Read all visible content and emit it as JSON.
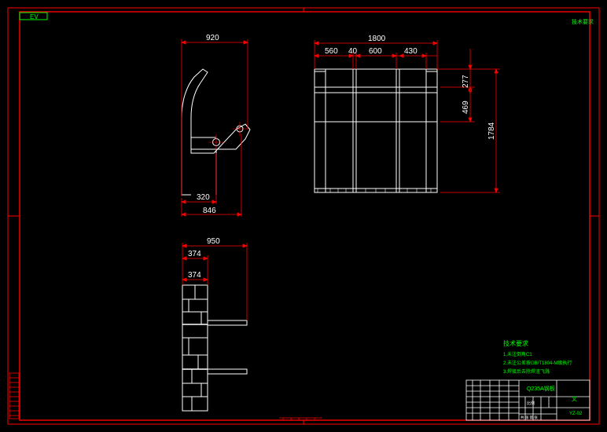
{
  "drawing": {
    "sheet_code": "EV",
    "stamp_text": "技术要求",
    "colors": {
      "background": "#000000",
      "border": "#ff0000",
      "geometry": "#ffffff",
      "annotation": "#00ff00"
    }
  },
  "side_view": {
    "dim_width": "920",
    "dim_pin_offset": "320",
    "dim_base": "846"
  },
  "front_view": {
    "dim_total": "1800",
    "dim_seg_1": "560",
    "dim_seg_2": "40",
    "dim_seg_3": "600",
    "dim_seg_4": "430",
    "dim_height_1": "277",
    "dim_height_2": "469",
    "dim_height_total": "1784"
  },
  "top_view": {
    "dim_width": "950",
    "dim_offset_1": "374",
    "dim_offset_2": "374"
  },
  "notes": {
    "heading": "技术要求",
    "items": [
      "1.未注倒角C1",
      "2.未注公差按GB/T1804-M级执行",
      "3.焊接后去除焊渣飞溅"
    ]
  },
  "title_block": {
    "material": "Q235A钢板",
    "name": "叉",
    "drawing_no": "YZ-02",
    "scale": "比例",
    "sheet": "共 张 第 张"
  }
}
